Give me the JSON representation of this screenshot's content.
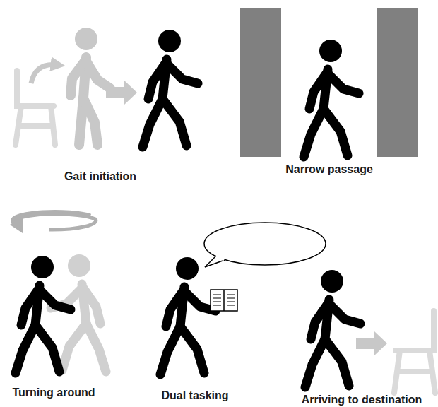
{
  "diagram": {
    "labels": [
      "Gait initiation",
      "Narrow passage",
      "Turning around",
      "Dual tasking",
      "Arriving to destination"
    ]
  }
}
